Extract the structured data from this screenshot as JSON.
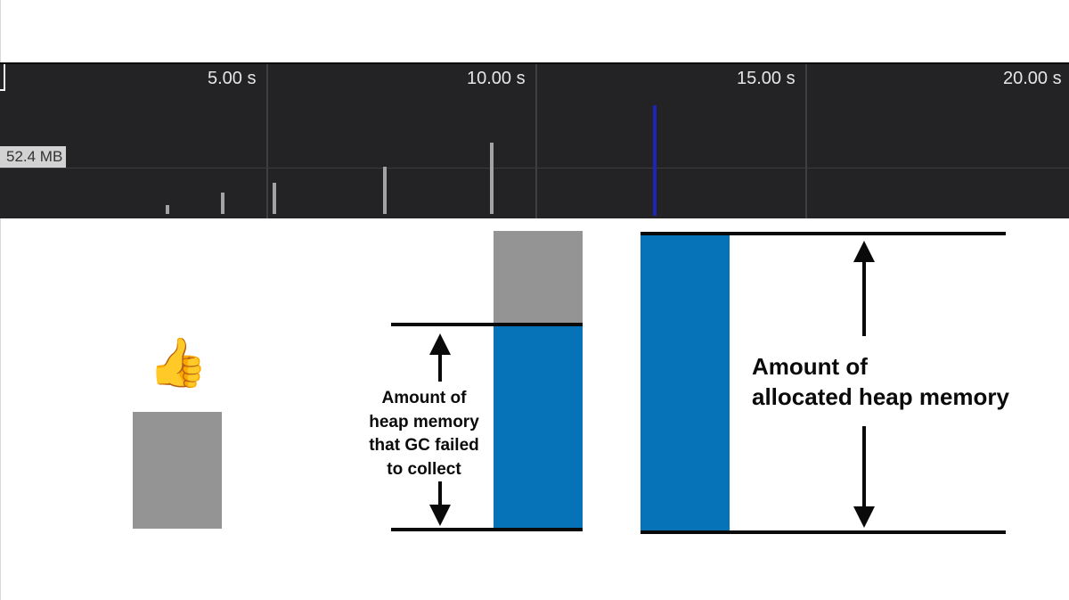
{
  "timeline": {
    "ticks": [
      "5.00 s",
      "10.00 s",
      "15.00 s",
      "20.00 s"
    ],
    "memory_label": "52.4 MB",
    "colors": {
      "background": "#232325",
      "marker": "#1d24b8",
      "gc_bar": "#a3a3a3"
    }
  },
  "diagram": {
    "thumbs_icon": "thumbs-up-icon",
    "thumbs_glyph": "👍",
    "middle_label": "Amount of\nheap memory\nthat GC failed\nto collect",
    "right_label": "Amount of\nallocated heap memory",
    "colors": {
      "used": "#0673b8",
      "freed": "#949494",
      "lines": "#0a0a0a"
    }
  }
}
